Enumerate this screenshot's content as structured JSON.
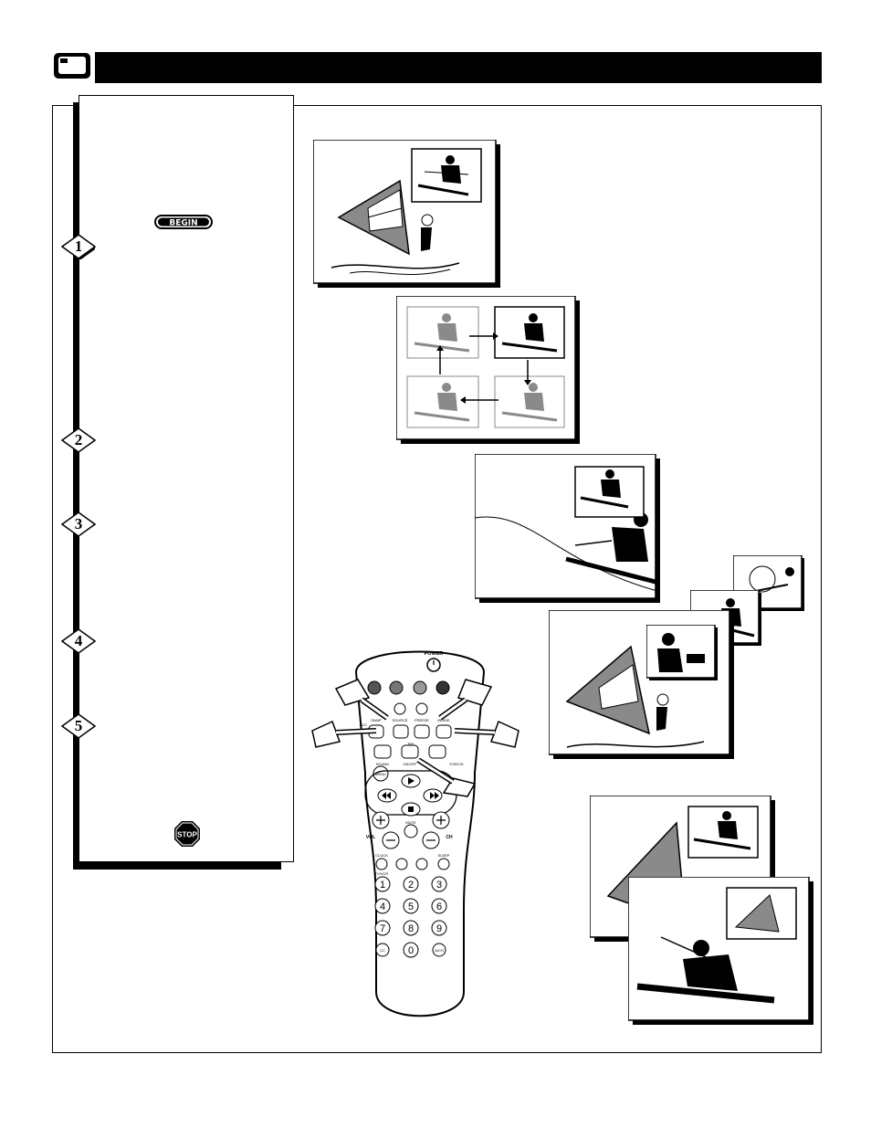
{
  "header": {
    "title": ""
  },
  "sidebar": {
    "begin_label": "BEGIN",
    "stop_label": "STOP",
    "steps": [
      {
        "number": "1"
      },
      {
        "number": "2"
      },
      {
        "number": "3"
      },
      {
        "number": "4"
      },
      {
        "number": "5"
      }
    ]
  },
  "remote": {
    "power_label": "POWER",
    "labels": {
      "acc": "ACC",
      "swap": "SWAP",
      "source": "SOURCE",
      "freeze": "FREEZE",
      "inside": "INSIDE",
      "sound": "SOUND",
      "onoff": "ON/OFF",
      "status": "STATUS",
      "pip": "PIP",
      "menu": "MENU",
      "mute": "MUTE",
      "vol": "VOL",
      "ch": "CH",
      "clock": "CLOCK",
      "tvvcr": "TV/VCR",
      "sleep": "SLEEP",
      "cc": "CC",
      "ach": "A/CH"
    },
    "keypad": [
      "1",
      "2",
      "3",
      "4",
      "5",
      "6",
      "7",
      "8",
      "9",
      "0"
    ]
  },
  "colors": {
    "ink": "#000000",
    "paper": "#ffffff",
    "gray": "#8a8a8a"
  }
}
